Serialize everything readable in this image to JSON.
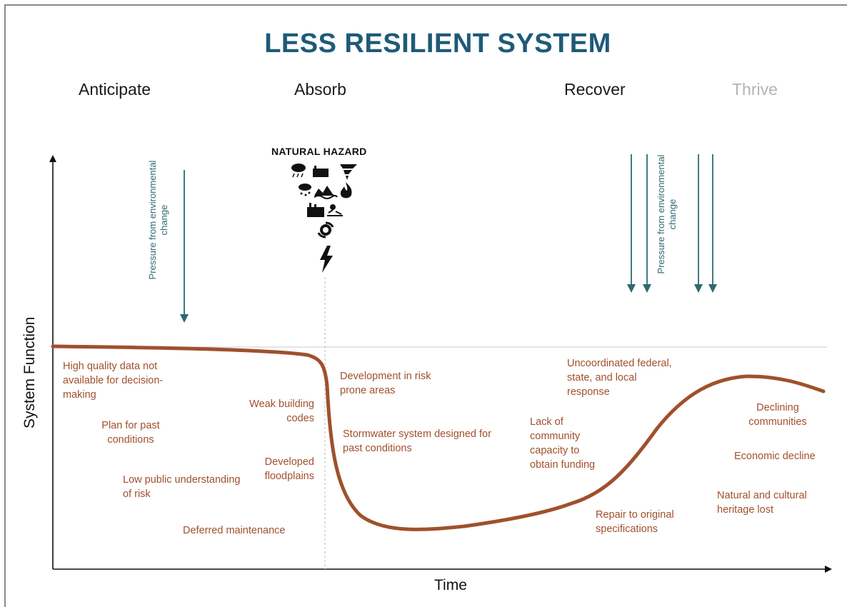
{
  "title": "LESS RESILIENT SYSTEM",
  "phases": [
    "Anticipate",
    "Absorb",
    "Recover",
    "Thrive"
  ],
  "hazard_label": "NATURAL HAZARD",
  "hazard_icons": [
    "storm-cloud-icon",
    "factory-icon",
    "tornado-icon",
    "rain-snow-icon",
    "flood-wave-icon",
    "wildfire-icon",
    "industrial-spill-icon",
    "drought-icon",
    "hurricane-icon",
    "lightning-bolt-icon"
  ],
  "axes": {
    "y": "System Function",
    "x": "Time"
  },
  "pressure_label_left": "Pressure from environmental change",
  "pressure_label_right": "Pressure from environmental change",
  "colors": {
    "title": "#1e5a78",
    "curve": "#a0502d",
    "notes": "#a0502d",
    "arrows": "#2e6a72",
    "faded_phase": "#b4b4b4"
  },
  "notes": {
    "hq_data": "High quality data not available for decision-making",
    "plan_past": "Plan for past conditions",
    "low_public": "Low public understanding of risk",
    "deferred": "Deferred maintenance",
    "weak_codes": "Weak building codes",
    "floodplains": "Developed floodplains",
    "dev_risk": "Development in risk prone areas",
    "stormwater": "Stormwater system designed for past conditions",
    "uncoordinated": "Uncoordinated federal, state, and local response",
    "lack_capacity": "Lack of community capacity to obtain funding",
    "repair": "Repair to original specifications",
    "declining": "Declining communities",
    "economic": "Economic decline",
    "heritage": "Natural and cultural heritage lost"
  }
}
